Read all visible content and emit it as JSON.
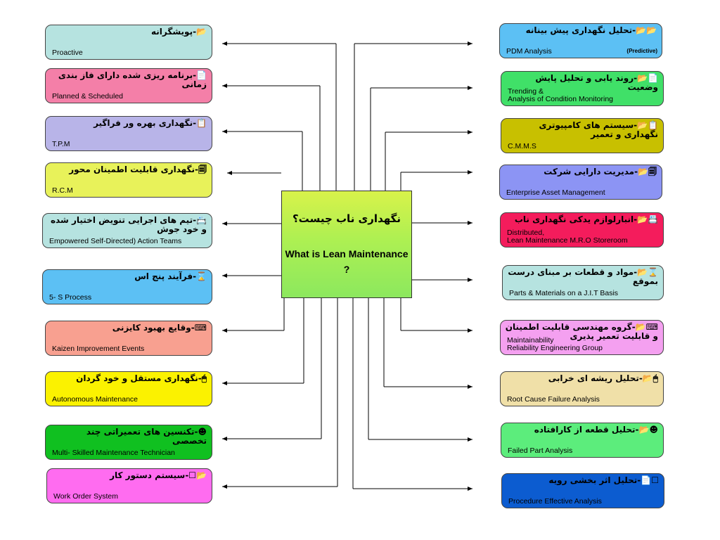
{
  "center": {
    "title_fa": "نگهداری ناب چیست؟",
    "title_en": "What is Lean Maintenance ?"
  },
  "left_boxes": [
    {
      "fa": "📂-پویشگرانه",
      "en": "Proactive",
      "color": "#b6e3e0"
    },
    {
      "fa": "📄-برنامه ریزی شده دارای فاز بندی زمانی",
      "en": "Planned & Scheduled",
      "color": "#f47fa8"
    },
    {
      "fa": "📋-نگهداری بهره ور فراگیر",
      "en": "T.P.M",
      "color": "#b8b4e8"
    },
    {
      "fa": "🗐-نگهداری قابلیت اطمینان محور",
      "en": "R.C.M",
      "color": "#e8f25a"
    },
    {
      "fa": "📇-تیم های اجرایی تنویض اختیار شده و خود جوش",
      "en": "Empowered Self-Directed) Action Teams",
      "color": "#b6e3e0"
    },
    {
      "fa": "⌛-فرآیند پنج اس",
      "en": "5- S Process",
      "color": "#5cc0f4"
    },
    {
      "fa": "⌨-وقایع بهبود کایزنی",
      "en": "Kaizen Improvement Events",
      "color": "#f8a090"
    },
    {
      "fa": "🖱-نگهداری مستقل و خود گردان",
      "en": "Autonomous Maintenance",
      "color": "#fbf200"
    },
    {
      "fa": "☻-تکنسین های تعمیراتی چند تخصصی",
      "en": "Multi- Skilled Maintenance Technician",
      "color": "#10c020"
    },
    {
      "fa": "📂☐-سیستم دستور کار",
      "en": "Work Order System",
      "color": "#ff6cf0"
    }
  ],
  "right_boxes": [
    {
      "fa": "📂📂-تحلیل نگهداری پیش بینانه",
      "en": "PDM  Analysis",
      "tag": "(Predictive)",
      "color": "#5cc0f4"
    },
    {
      "fa": "📄📂-روند یابی و تحلیل پایش وضعیت",
      "en": "Trending &\n Analysis of Condition Monitoring",
      "color": "#40e068"
    },
    {
      "fa": "📋📂-سیستم های کامپیوتری نگهداری و تعمیر",
      "en": "C.M.M.S",
      "color": "#c8c000"
    },
    {
      "fa": "🗐📂-مدیریت دارایی شرکت",
      "en": "Enterprise Asset Management",
      "color": "#8c94f4"
    },
    {
      "fa": "📇📂-انبارلوازم یدکی نگهداری ناب",
      "en": "Distributed,\n Lean Maintenance M.R.O Storeroom",
      "color": "#f41c5c"
    },
    {
      "fa": "⌛📂-مواد و قطعات بر مبنای درست بموقع",
      "en": "Parts & Materials on a J.I.T  Basis",
      "color": "#b6e3e0"
    },
    {
      "fa": "⌨📂-گروه مهندسی قابلیت اطمینان و قابلیت تعمیر پذیری",
      "en": "Maintainability\nReliability Engineering Group",
      "color": "#f4a0f0"
    },
    {
      "fa": "🖱📂-تحلیل ریشه ای خرابی",
      "en": "Root Cause Failure Analysis",
      "color": "#f0e0a8"
    },
    {
      "fa": "☻📂-تحلیل قطعه از کارافتاده",
      "en": "Failed Part Analysis",
      "color": "#5ced7c"
    },
    {
      "fa": "☐📄-تحلیل اثر بخشی رویه",
      "en": "Procedure Effective Analysis",
      "color": "#0c5cd0"
    }
  ],
  "colors": {
    "line": "#000000",
    "center_top": "#d8f24a",
    "center_bottom": "#8ce85e"
  }
}
